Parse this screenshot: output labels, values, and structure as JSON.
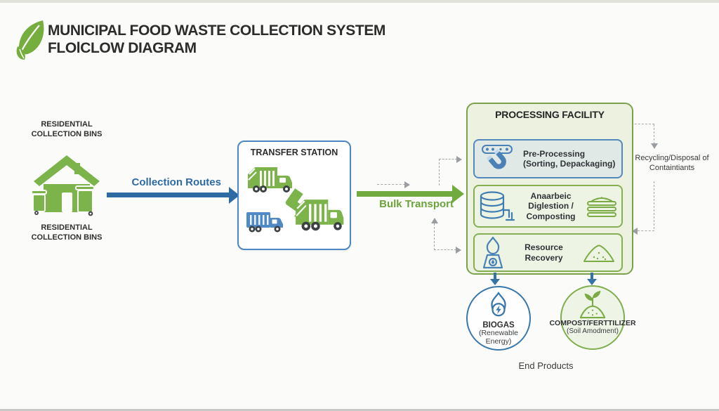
{
  "header": {
    "title_line1": "MUNICIPAL FOOD WASTE COLLECTION SYSTEM",
    "title_line2": "FLOlCLOW DIAGRAM"
  },
  "residential": {
    "top_label_line1": "RESIDENTIAL",
    "top_label_line2": "COLLECTION BINS",
    "bottom_label_line1": "RESIDENTIAL",
    "bottom_label_line2": "COLLECTION BINS"
  },
  "flows": {
    "collection_routes_label": "Collection Routes",
    "bulk_transport_label": "Bulk Transport"
  },
  "transfer_station": {
    "title": "TRANSFER STATION"
  },
  "processing_facility": {
    "title": "PROCESSING FACILITY",
    "steps": [
      {
        "line1": "Pre-Processing",
        "line2": "(Sorting, Depackaging)",
        "icon": "magnet-conveyor-icon"
      },
      {
        "line1": "Anaarbeic Diglestion /",
        "line2": "Composting",
        "icon_left": "digester-tank-icon",
        "icon_right": "compost-crate-icon"
      },
      {
        "line1": "Resource Recovery",
        "icon_left": "flame-burner-icon",
        "icon_right": "material-pile-icon"
      }
    ]
  },
  "side_note": {
    "line1": "Recycling/Disposal of",
    "line2": "Containtiants"
  },
  "end_products": {
    "section_label": "End Products",
    "biogas": {
      "title": "BIOGAS",
      "subtitle_line1": "(Renewable",
      "subtitle_line2": "Energy)"
    },
    "compost": {
      "title": "COMPOST/FERTTILIZER",
      "subtitle": "(Soil Amodment)"
    }
  },
  "colors": {
    "green": "#76ad3f",
    "blue_arrow": "#2e6ba3",
    "blue_border": "#4b87c2",
    "facility_bg": "#edf2e0",
    "dashed_gray": "#a4a8aa"
  }
}
